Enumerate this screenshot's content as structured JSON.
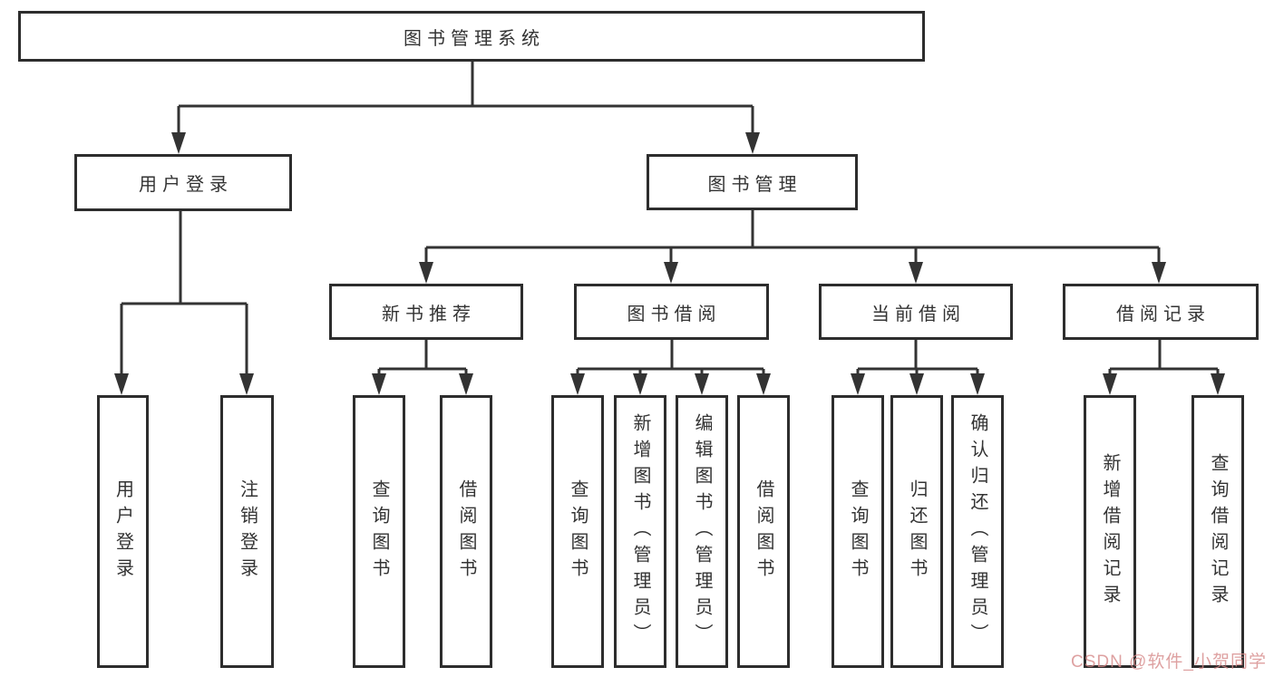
{
  "root": {
    "label": "图书管理系统"
  },
  "branches": [
    {
      "label": "用户登录",
      "children": [
        "用户登录",
        "注销登录"
      ]
    },
    {
      "label": "图书管理",
      "modules": [
        {
          "label": "新书推荐",
          "children": [
            "查询图书",
            "借阅图书"
          ]
        },
        {
          "label": "图书借阅",
          "children": [
            "查询图书",
            "新增图书（管理员）",
            "编辑图书（管理员）",
            "借阅图书"
          ]
        },
        {
          "label": "当前借阅",
          "children": [
            "查询图书",
            "归还图书",
            "确认归还（管理员）"
          ]
        },
        {
          "label": "借阅记录",
          "children": [
            "新增借阅记录",
            "查询借阅记录"
          ]
        }
      ]
    }
  ],
  "watermark": "CSDN @软件_小贺同学",
  "colors": {
    "line": "#333333",
    "box_border": "#2d2d2d",
    "text": "#333333",
    "watermark": "#d68a8a"
  }
}
